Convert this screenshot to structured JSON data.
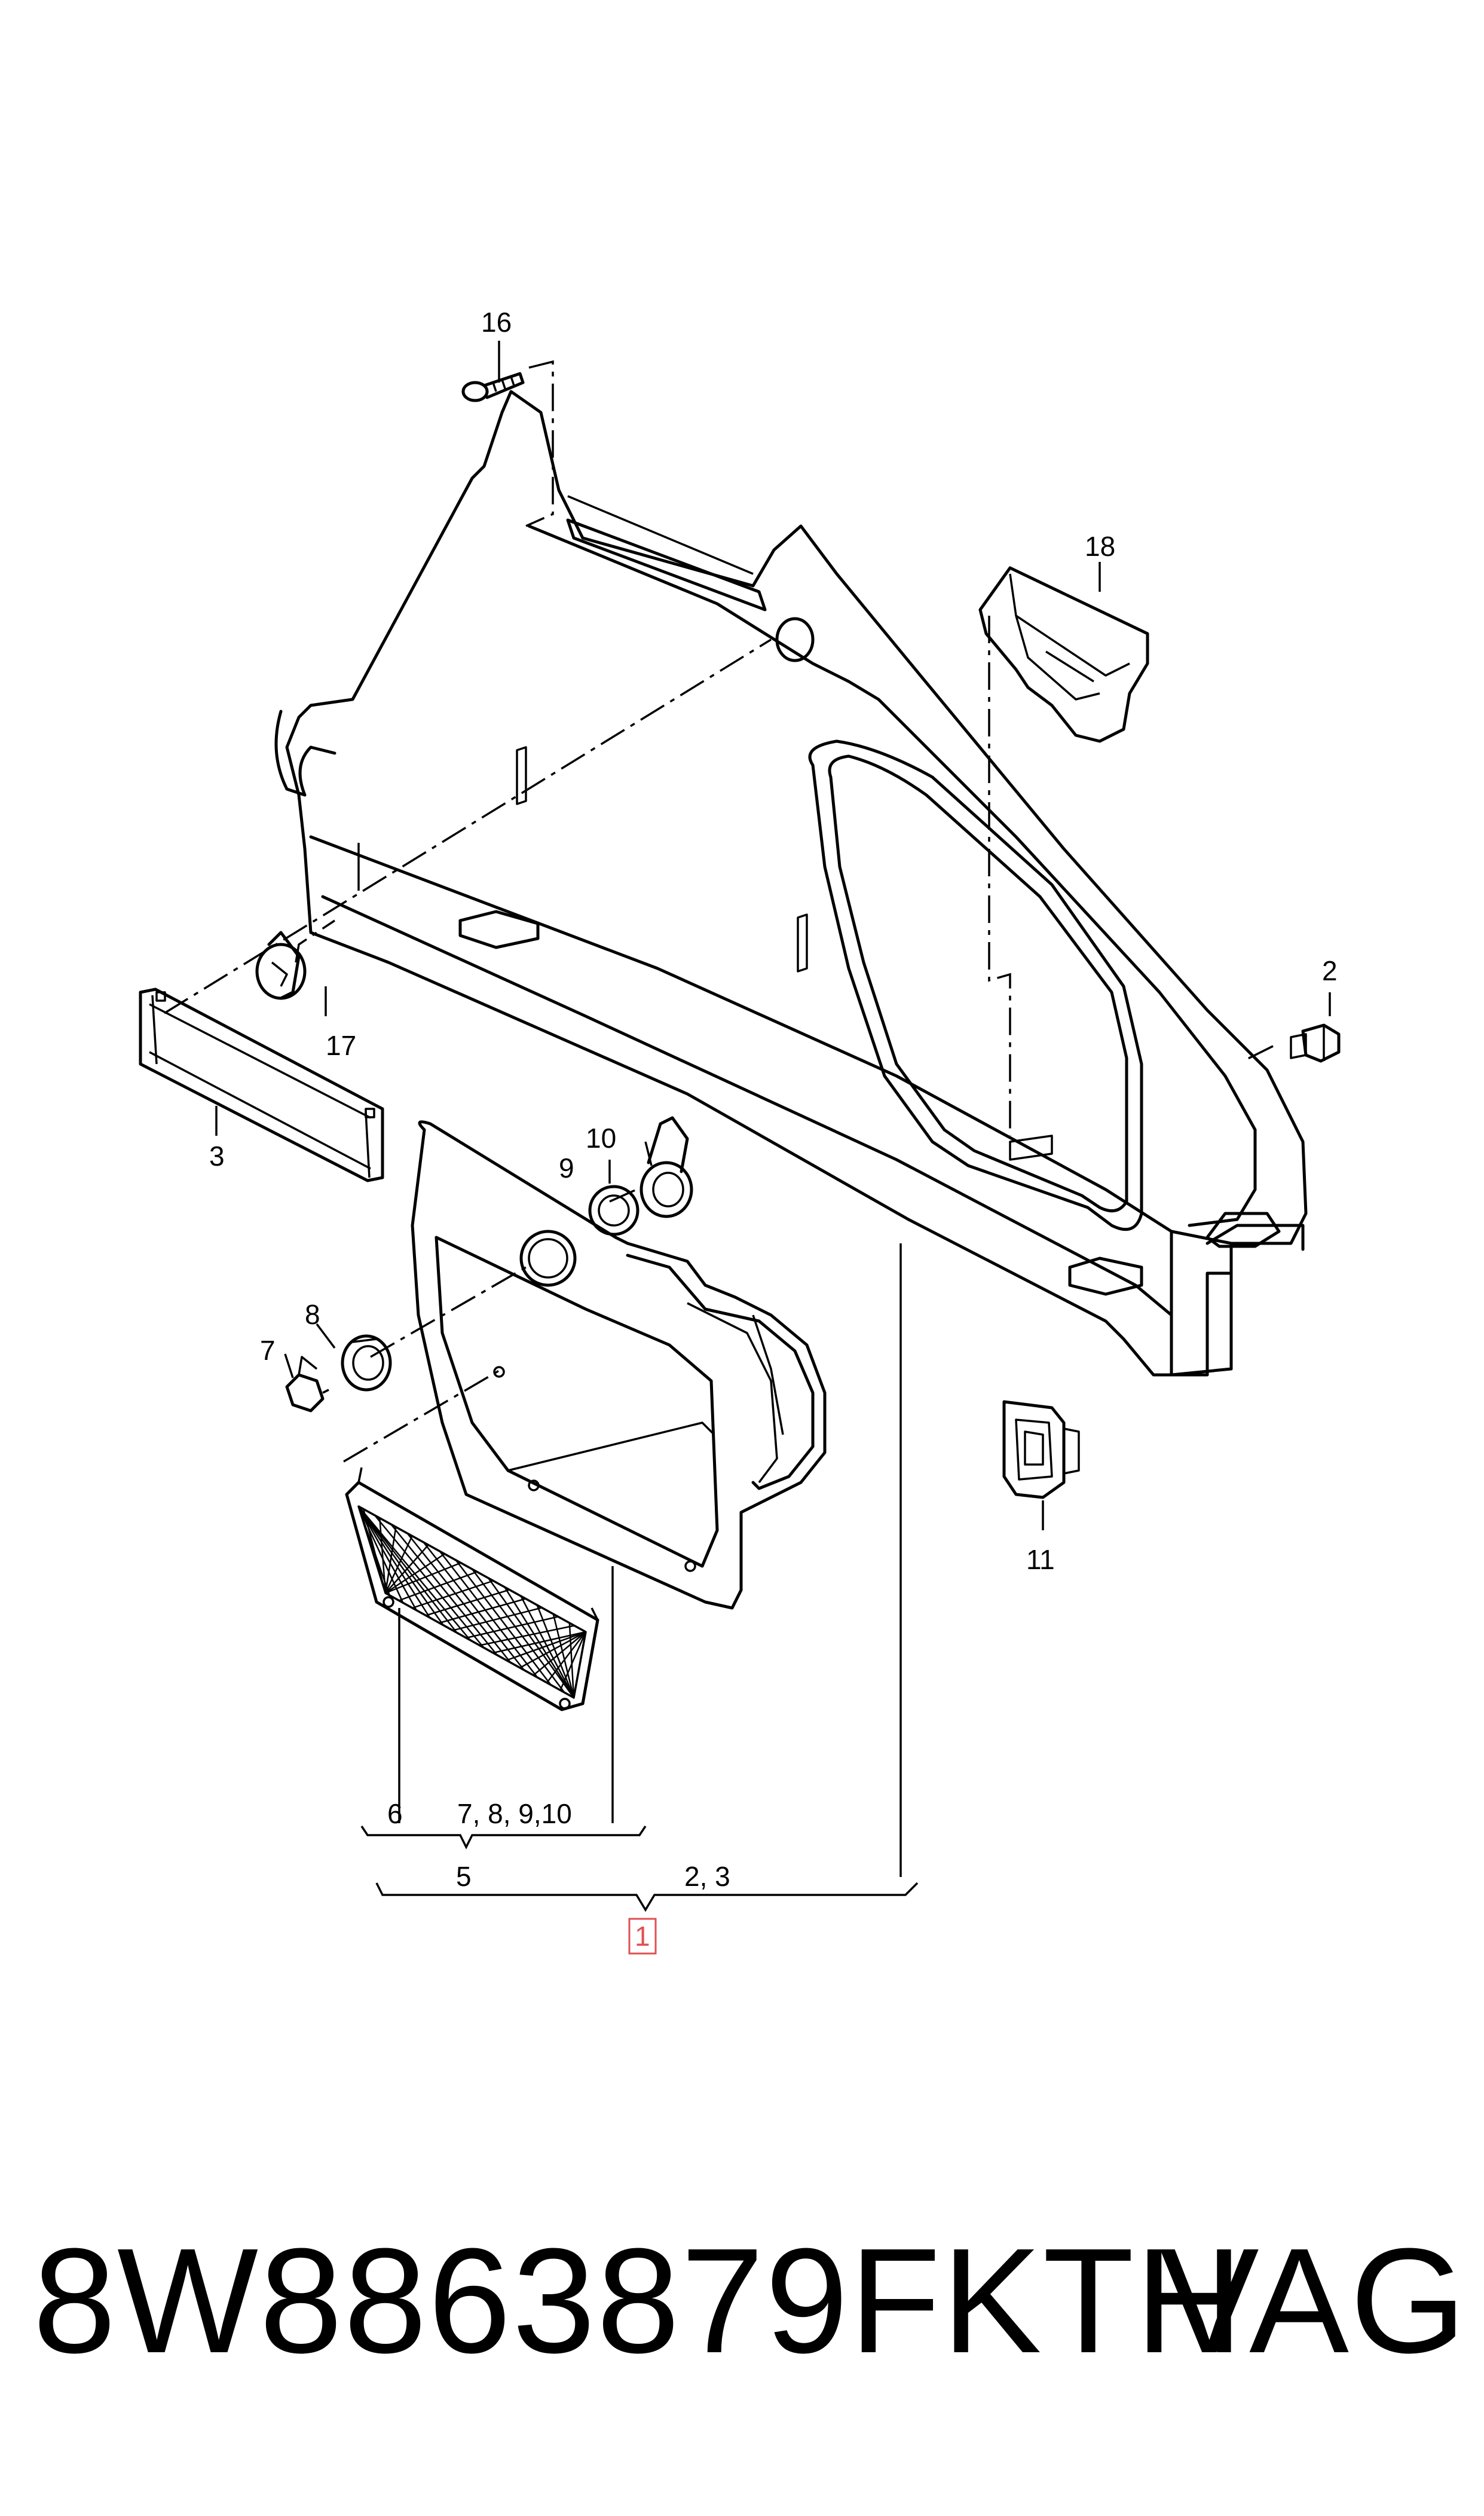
{
  "callouts": {
    "c1": "1",
    "c2": "2",
    "c3": "3",
    "c6": "6",
    "c7": "7",
    "c8": "8",
    "c9": "9",
    "c10": "10",
    "c11": "11",
    "c16": "16",
    "c17": "17",
    "c18": "18"
  },
  "groups": {
    "g_6": "6",
    "g_7_10": "7, 8, 9,10",
    "g_5": "5",
    "g_2_3": "2, 3"
  },
  "footer": {
    "part_number": "8W8863879FKTH",
    "brand": "VAG"
  },
  "colors": {
    "line": "#000000",
    "highlight_box": "#e05050"
  }
}
